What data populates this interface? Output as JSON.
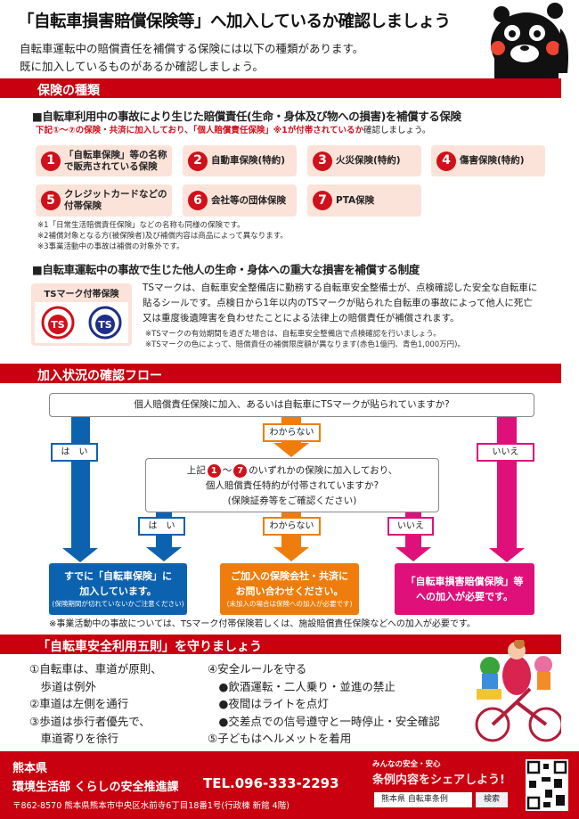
{
  "header": {
    "title": "「自転車損害賠償保険等」へ加入しているか確認しましょう",
    "lead1": "自転車運転中の賠償責任を補償する保険には以下の種類があります。",
    "lead2": "既に加入しているものがあるか確認しましょう。"
  },
  "section1": {
    "title": "保険の種類",
    "heading": "■自転車利用中の事故により生じた賠償責任(生命・身体及び物への損害)を補償する保険",
    "sub_red": "下記①～⑦の保険・共済に加入しており、「個人賠償責任保険」※1が付帯されているか",
    "sub_black": "確認しましょう。",
    "items": [
      {
        "n": "1",
        "label": "「自転車保険」等の名称で販売されている保険"
      },
      {
        "n": "2",
        "label": "自動車保険(特約)"
      },
      {
        "n": "3",
        "label": "火災保険(特約)"
      },
      {
        "n": "4",
        "label": "傷害保険(特約)"
      },
      {
        "n": "5",
        "label": "クレジットカードなどの付帯保険"
      },
      {
        "n": "6",
        "label": "会社等の団体保険"
      },
      {
        "n": "7",
        "label": "PTA保険"
      }
    ],
    "notes": [
      "※1「日常生活賠償責任保険」などの名称も同様の保険です。",
      "※2補償対象となる方(被保険者)及び補償内容は商品によって異なります。",
      "※3事業活動中の事故は補償の対象外です。"
    ]
  },
  "section2": {
    "heading": "■自転車運転中の事故で生じた他人の生命・身体への重大な損害を補償する制度",
    "ts_label": "TSマーク付帯保険",
    "lines": [
      "TSマークは、自転車安全整備店に勤務する自転車安全整備士が、点検確認した安全な自転車に",
      "貼るシールです。点検日から1年以内のTSマークが貼られた自転車の事故によって他人に死亡",
      "又は重度後遺障害を負わせたことによる法律上の賠償責任が補償されます。"
    ],
    "notes": [
      "※TSマークの有効期間を過ぎた場合は、自転車安全整備店で点検確認を行いましょう。",
      "※TSマークの色によって、賠償責任の補償限度額が異なります(赤色1億円、青色1,000万円)。"
    ],
    "colors": {
      "red": "#d0101a",
      "blue": "#1d2f86"
    }
  },
  "flow": {
    "title": "加入状況の確認フロー",
    "q1": "個人賠償責任保険に加入、あるいは自転車にTSマークが貼られていますか?",
    "yes": "は　い",
    "unknown": "わからない",
    "no": "いいえ",
    "q2_pre": "上記",
    "q2_n1": "1",
    "q2_tilde": "～",
    "q2_n7": "7",
    "q2_post": "のいずれかの保険に加入しており、",
    "q2_line2": "個人賠償責任特約が付帯されていますか?",
    "q2_line3": "(保険証券等をご確認ください)",
    "res_blue": [
      "すでに「自転車保険」に",
      "加入しています。",
      "(保険期間が切れていないかご注意ください)"
    ],
    "res_orange": [
      "ご加入の保険会社・共済に",
      "お問い合わせください。",
      "(未加入の場合は保険への加入が必要です)"
    ],
    "res_pink": [
      "「自転車損害賠償保険」等",
      "への加入が必要です。"
    ],
    "note": "※事業活動中の事故については、TSマーク付帯保険若しくは、施設賠償責任保険などへの加入が必要です。",
    "colors": {
      "yes": "#0d62b0",
      "unknown": "#ee7d0e",
      "no": "#e0107a"
    }
  },
  "rules": {
    "title": "「自転車安全利用五則」を守りましょう",
    "left": [
      "①自転車は、車道が原則、",
      "　歩道は例外",
      "②車道は左側を通行",
      "③歩道は歩行者優先で、",
      "　車道寄りを徐行"
    ],
    "right": [
      "④安全ルールを守る",
      "　●飲酒運転・二人乗り・並進の禁止",
      "　●夜間はライトを点灯",
      "　●交差点での信号遵守と一時停止・安全確認",
      "⑤子どもはヘルメットを着用"
    ]
  },
  "footer": {
    "pref": "熊本県",
    "dept": "環境生活部 くらしの安全推進課",
    "tel": "TEL.096-333-2293",
    "address": "〒862-8570 熊本県熊本市中央区水前寺6丁目18番1号(行政棟 新館 4階)",
    "tag": "みんなの安全・安心",
    "share": "条例内容をシェアしよう!",
    "search_value": "熊本県 自転車条例",
    "search_button": "検索"
  },
  "accent": "#c8000f"
}
